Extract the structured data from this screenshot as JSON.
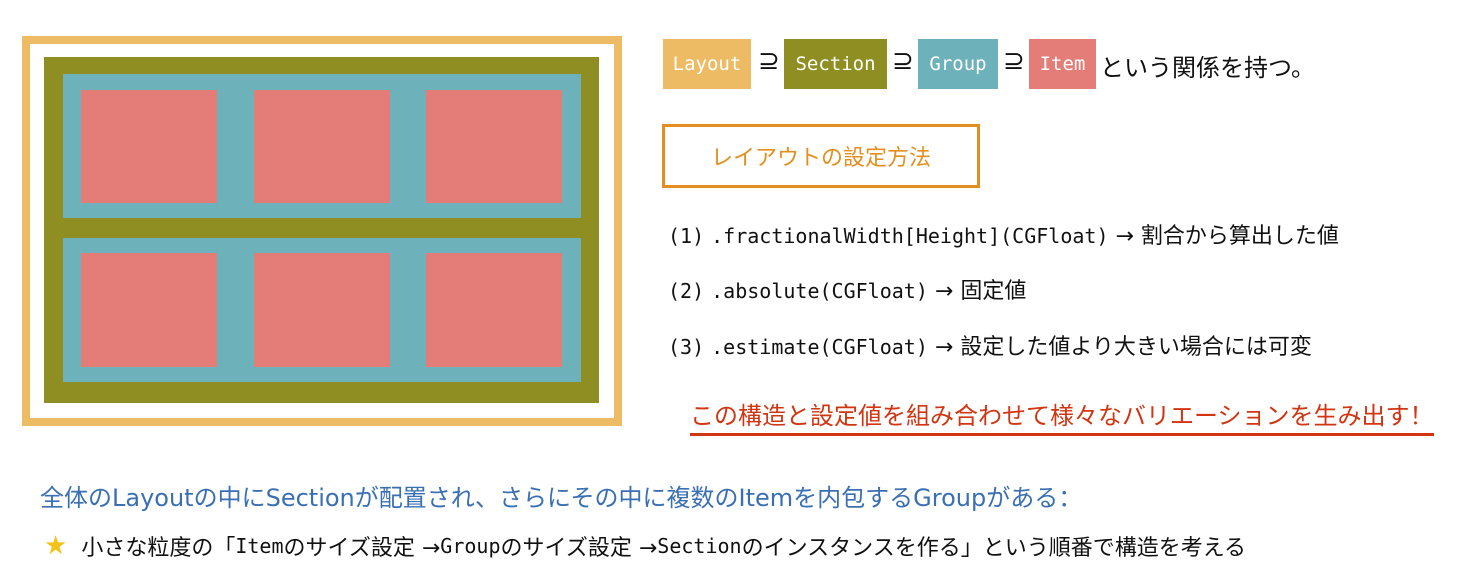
{
  "legend": {
    "layout": "Layout",
    "section": "Section",
    "group": "Group",
    "item": "Item",
    "superset_symbol": "⊇",
    "tail": "という関係を持つ。"
  },
  "settings_title": "レイアウトの設定方法",
  "options": [
    {
      "num": "(1)",
      "code": ".fractionalWidth[Height](CGFloat)",
      "arrow": "→",
      "desc": "割合から算出した値"
    },
    {
      "num": "(2)",
      "code": ".absolute(CGFloat)",
      "arrow": "→",
      "desc": "固定値"
    },
    {
      "num": "(3)",
      "code": ".estimate(CGFloat)",
      "arrow": "→",
      "desc": "設定した値より大きい場合には可変"
    }
  ],
  "highlight": "この構造と設定値を組み合わせて様々なバリエーションを生み出す！",
  "summary": "全体のLayoutの中にSectionが配置され、さらにその中に複数のItemを内包するGroupがある：",
  "bottom": {
    "star_icon": "★",
    "part1": "小さな粒度の「",
    "item_code": "Item",
    "part2": "のサイズ設定 → ",
    "group_code": "Group",
    "part3": "のサイズ設定 → ",
    "section_code": "Section",
    "part4": "のインスタンスを作る」という順番で構造を考える"
  },
  "colors": {
    "layout": "#edbb63",
    "section": "#8f8e23",
    "group": "#6db1bb",
    "item": "#e47d77",
    "settings_border": "#e38f1f",
    "highlight": "#d23512",
    "summary": "#3a70b3"
  }
}
